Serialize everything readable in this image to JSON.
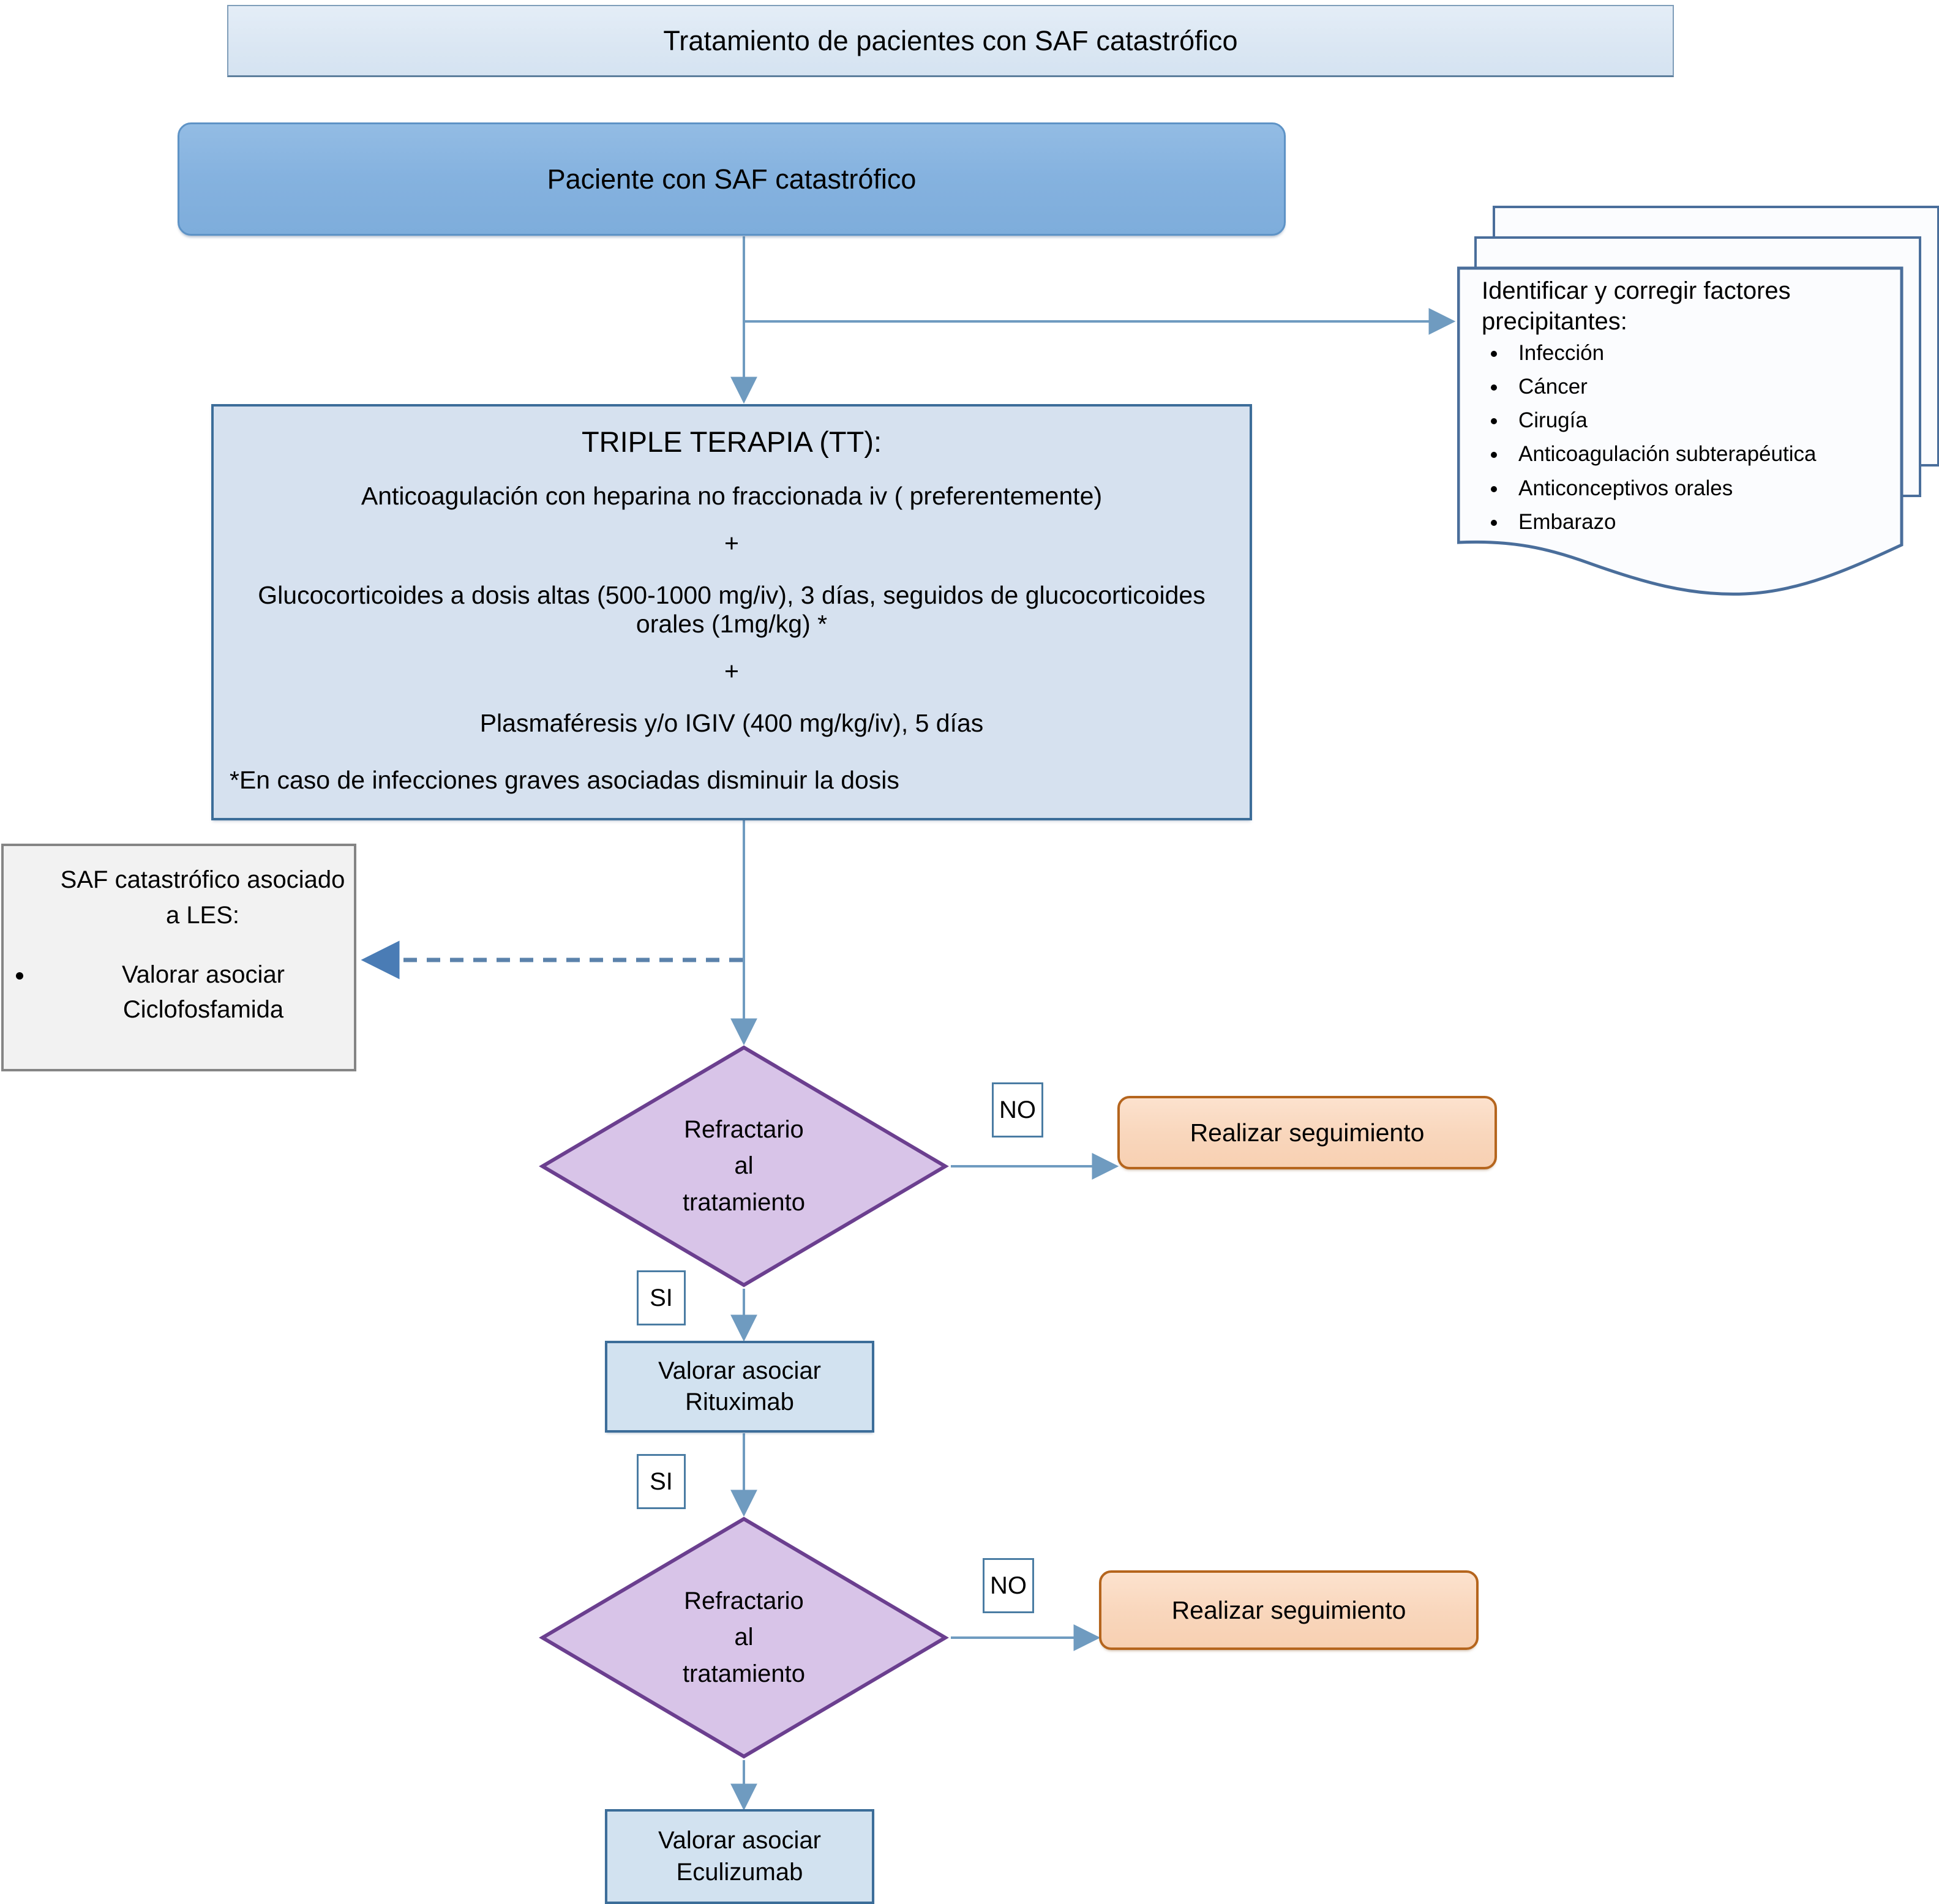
{
  "title": {
    "text": "Tratamiento de pacientes con SAF catastrófico"
  },
  "patient": {
    "label": "Paciente con SAF catastrófico"
  },
  "triple_therapy": {
    "heading": "TRIPLE TERAPIA (TT):",
    "line1": "Anticoagulación con heparina no fraccionada iv ( preferentemente)",
    "plus1": "+",
    "line2": "Glucocorticoides a dosis altas (500-1000 mg/iv), 3 días, seguidos de glucocorticoides orales (1mg/kg) *",
    "plus2": "+",
    "line3": "Plasmaféresis y/o IGIV (400 mg/kg/iv), 5 días",
    "note": "*En caso de infecciones graves asociadas disminuir la dosis"
  },
  "precipitating_factors": {
    "heading": "Identificar y corregir factores precipitantes:",
    "items": [
      "Infección",
      "Cáncer",
      "Cirugía",
      "Anticoagulación subterapéutica",
      "Anticonceptivos orales",
      "Embarazo"
    ]
  },
  "les_box": {
    "heading": "SAF catastrófico asociado a LES:",
    "items": [
      "Valorar asociar Ciclofosfamida"
    ]
  },
  "decisions": [
    {
      "label": "Refractario\nal\ntratamiento"
    },
    {
      "label": "Refractario\nal\ntratamiento"
    }
  ],
  "followups": [
    {
      "label": "Realizar seguimiento"
    },
    {
      "label": "Realizar seguimiento"
    }
  ],
  "actions": [
    {
      "label": "Valorar asociar\nRituximab"
    },
    {
      "label": "Valorar asociar\nEculizumab"
    }
  ],
  "edge_labels": {
    "no_1": "NO",
    "si_1": "SI",
    "si_2": "SI",
    "no_2": "NO"
  },
  "colors": {
    "title_fill": "#dbe7f3",
    "title_border": "#7f9db9",
    "patient_fill": "#86b4e0",
    "patient_border": "#5e93c6",
    "process_fill": "#d6e1ef",
    "process_border": "#3c6d99",
    "diamond_fill": "#d8c4e8",
    "diamond_border": "#6b3f8f",
    "followup_fill": "#fadcc4",
    "followup_border": "#b5651d",
    "les_fill": "#f2f2f2",
    "les_border": "#858585",
    "connector": "#6f9bc0",
    "dashed_connector": "#5b82ab"
  }
}
